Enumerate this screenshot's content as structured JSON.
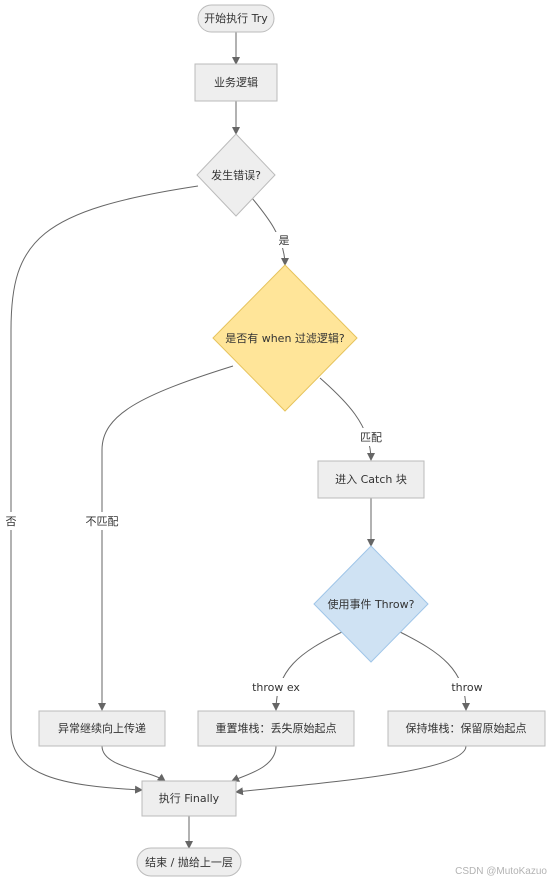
{
  "nodes": {
    "start": "开始执行 Try",
    "business_logic": "业务逻辑",
    "error_occurred": "发生错误?",
    "when_filter": "是否有 when 过滤逻辑?",
    "enter_catch": "进入 Catch 块",
    "use_throw": "使用事件 Throw?",
    "propagate_up": "异常继续向上传递",
    "reset_stack": "重置堆栈：丢失原始起点",
    "keep_stack": "保持堆栈：保留原始起点",
    "finally": "执行 Finally",
    "end": "结束 / 抛给上一层"
  },
  "edge_labels": {
    "yes": "是",
    "no": "否",
    "match": "匹配",
    "no_match": "不匹配",
    "throw_ex": "throw ex",
    "throw": "throw"
  },
  "colors": {
    "node_fill": "#eeeeee",
    "node_stroke": "#bbbbbb",
    "filter_fill": "#ffe599",
    "filter_stroke": "#e6c35c",
    "throw_fill": "#cfe2f3",
    "throw_stroke": "#9fc5e8",
    "edge": "#666666"
  },
  "watermark": "CSDN @MutoKazuo"
}
